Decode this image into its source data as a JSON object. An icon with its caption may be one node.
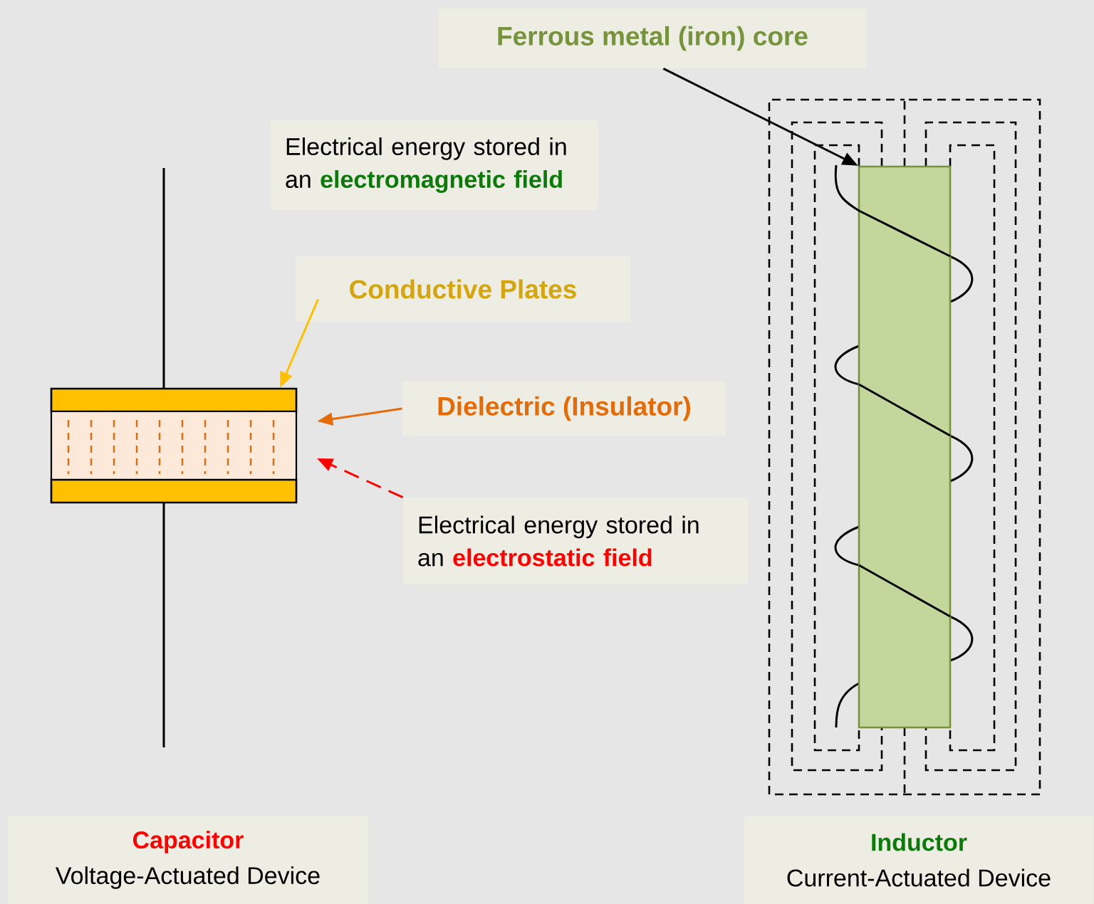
{
  "diagram": {
    "nodes": [
      {
        "text": [
          "Ferrous metal (iron) core"
        ]
      },
      {
        "text": [
          "Electrical energy stored in an **electromagnetic field**"
        ]
      },
      {
        "text": [
          "Conductive Plates"
        ]
      },
      {
        "text": [
          "Dielectric (Insulator)"
        ]
      },
      {
        "text": [
          "Electrical energy stored in an **electrostatic field**"
        ]
      },
      {
        "text": [
          "Capacitor",
          "Voltage-Actuated Device"
        ]
      },
      {
        "text": [
          "Inductor",
          "Current-Actuated Device"
        ]
      },
      {
        "text": [],
        "shape": "bar"
      },
      {
        "text": [],
        "shape": "box"
      },
      {
        "text": [],
        "shape": "bar"
      },
      {
        "text": [],
        "shape": "bar"
      }
    ],
    "edges": [
      {
        "from": 0,
        "to": 10,
        "arrow": "to"
      },
      {
        "from": 2,
        "to": 7,
        "arrow": "to",
        "color": "#ffc000"
      },
      {
        "from": 3,
        "to": 8,
        "arrow": "to",
        "color": "#e46c0a"
      },
      {
        "from": 4,
        "to": 8,
        "arrow": "to",
        "style": "dashed",
        "color": "#ff0000"
      }
    ]
  }
}
